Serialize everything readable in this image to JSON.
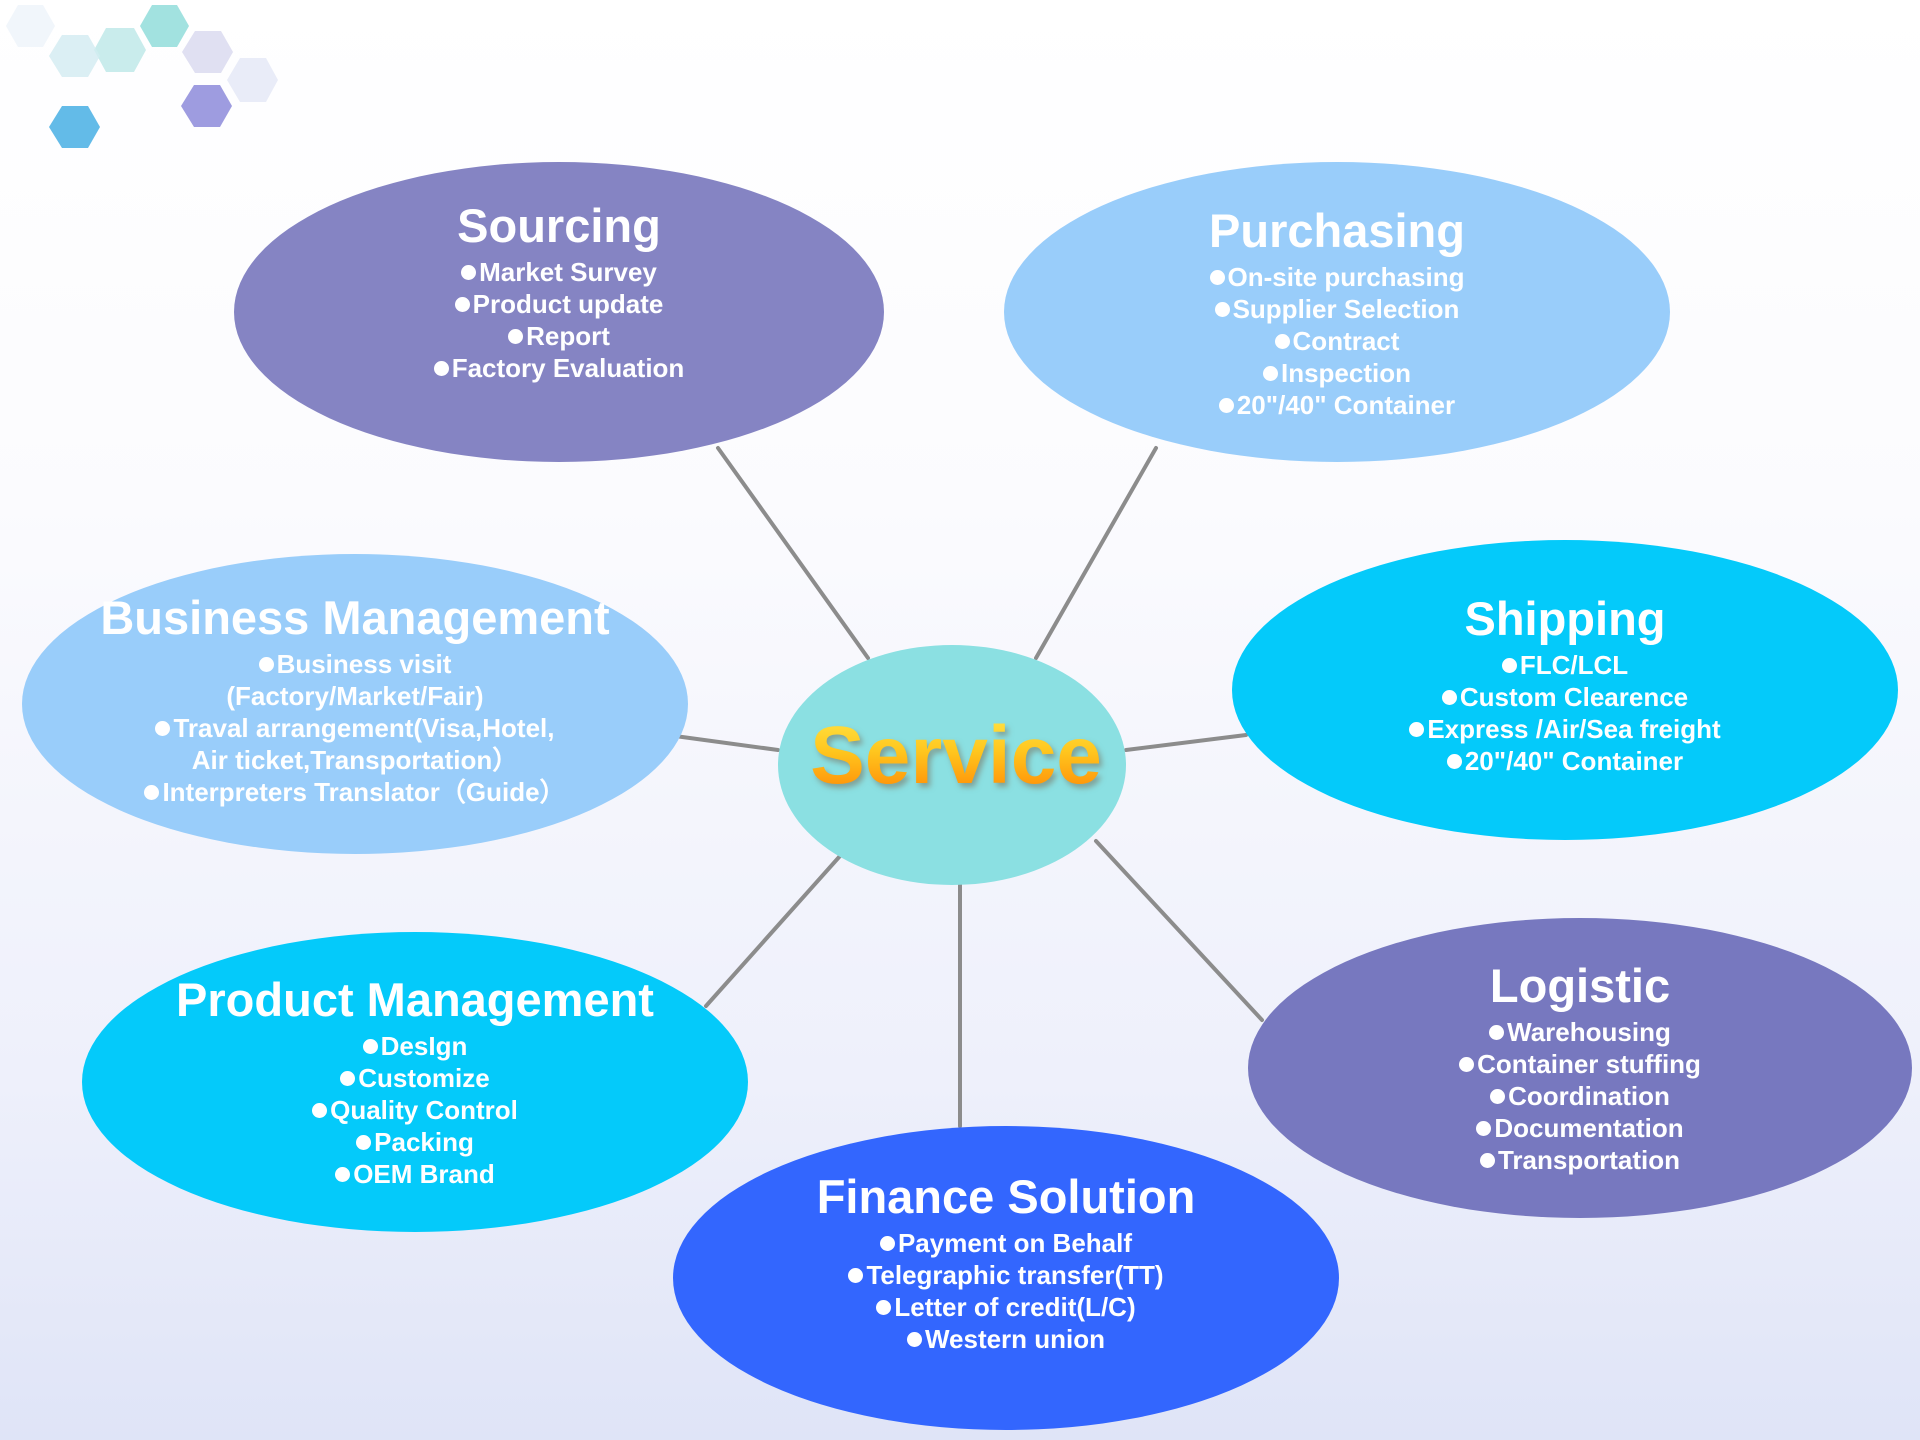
{
  "center": {
    "title": "Service"
  },
  "nodes": {
    "sourcing": {
      "title": "Sourcing",
      "items": [
        "Market Survey",
        "Product update",
        "Report",
        "Factory Evaluation"
      ]
    },
    "purchasing": {
      "title": "Purchasing",
      "items": [
        "On-site purchasing",
        "Supplier Selection",
        "Contract",
        "Inspection",
        "20\"/40\" Container"
      ]
    },
    "business": {
      "title": "Business Management",
      "items": [
        "Business visit",
        "(Factory/Market/Fair)",
        "Traval arrangement(Visa,Hotel,",
        "Air ticket,Transportation）",
        "Interpreters Translator（Guide）"
      ]
    },
    "shipping": {
      "title": "Shipping",
      "items": [
        "FLC/LCL",
        "Custom Clearence",
        "Express /Air/Sea freight",
        "20\"/40\" Container"
      ]
    },
    "product": {
      "title": "Product Management",
      "items": [
        "DesIgn",
        "Customize",
        "Quality Control",
        "Packing",
        "OEM Brand"
      ]
    },
    "logistic": {
      "title": "Logistic",
      "items": [
        "Warehousing",
        "Container stuffing",
        "Coordination",
        "Documentation",
        "Transportation"
      ]
    },
    "finance": {
      "title": "Finance Solution",
      "items": [
        "Payment on Behalf",
        "Telegraphic transfer(TT)",
        "Letter of credit(L/C)",
        "Western union"
      ]
    }
  },
  "colors": {
    "sourcing": "#8584c3",
    "purchasing": "#99cdfa",
    "business": "#99cdfa",
    "shipping": "#04cafa",
    "product": "#04cafa",
    "logistic": "#7778bf",
    "finance": "#3366fe",
    "center": "#8be0e2",
    "connector": "#8c8c8c",
    "service_text_top": "#ffe94a",
    "service_text_bottom": "#ff7f00"
  }
}
